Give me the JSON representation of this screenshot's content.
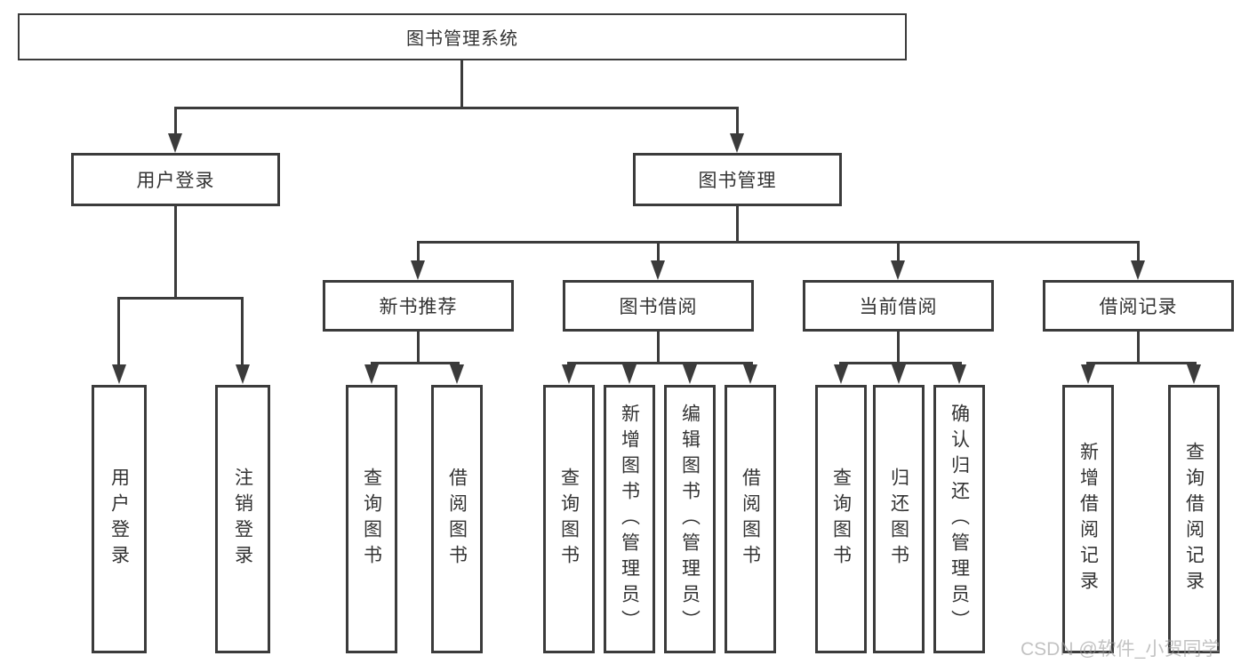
{
  "tree": {
    "root": {
      "label": "图书管理系统"
    },
    "userLogin": {
      "label": "用户登录",
      "children": [
        {
          "label": "用户登录"
        },
        {
          "label": "注销登录"
        }
      ]
    },
    "bookMgmt": {
      "label": "图书管理",
      "children": [
        {
          "label": "新书推荐",
          "children": [
            {
              "label": "查询图书"
            },
            {
              "label": "借阅图书"
            }
          ]
        },
        {
          "label": "图书借阅",
          "children": [
            {
              "label": "查询图书"
            },
            {
              "label": "新增图书（管理员）"
            },
            {
              "label": "编辑图书（管理员）"
            },
            {
              "label": "借阅图书"
            }
          ]
        },
        {
          "label": "当前借阅",
          "children": [
            {
              "label": "查询图书"
            },
            {
              "label": "归还图书"
            },
            {
              "label": "确认归还（管理员）"
            }
          ]
        },
        {
          "label": "借阅记录",
          "children": [
            {
              "label": "新增借阅记录"
            },
            {
              "label": "查询借阅记录"
            }
          ]
        }
      ]
    }
  },
  "watermark": "CSDN @软件_小贺同学",
  "colors": {
    "line": "#3b3b3b",
    "text": "#333333",
    "background": "#ffffff",
    "watermark": "#bdbdbd"
  }
}
